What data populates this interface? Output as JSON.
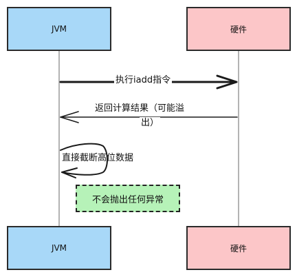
{
  "participants": {
    "jvm": "JVM",
    "hardware": "硬件"
  },
  "messages": {
    "execute": "执行iadd指令",
    "return_line1": "返回计算结果（可能溢",
    "return_line2": "出）",
    "self_truncate": "直接截断高位数据"
  },
  "note": "不会抛出任何异常",
  "colors": {
    "jvm_fill": "#a8d8f8",
    "hardware_fill": "#fcc6c8",
    "note_fill": "#b6f2b8",
    "stroke": "#2a2a2a"
  }
}
